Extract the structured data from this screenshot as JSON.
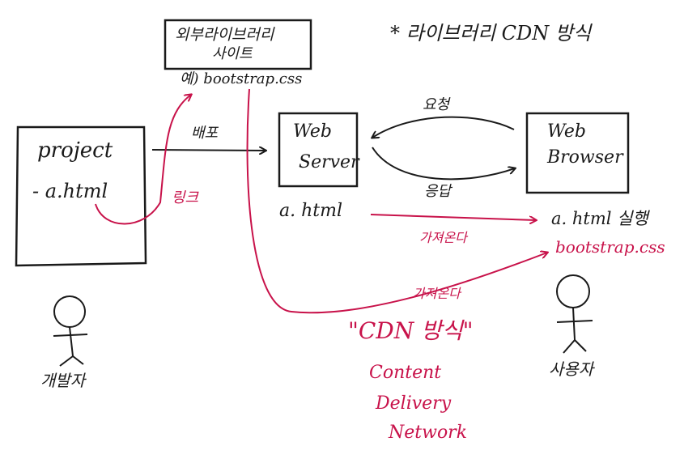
{
  "title": "* 라이브러리 CDN 방식",
  "library_site": {
    "line1": "외부라이브러리",
    "line2": "사이트",
    "example": "예) bootstrap.css"
  },
  "project": {
    "label": "project",
    "file": "- a.html"
  },
  "web_server": {
    "line1": "Web",
    "line2": "Server",
    "file": "a. html"
  },
  "web_browser": {
    "line1": "Web",
    "line2": "Browser"
  },
  "labels": {
    "deploy": "배포",
    "request": "요청",
    "response": "응답",
    "link": "링크",
    "fetch1": "가져온다",
    "fetch2": "가져온다",
    "run": "a. html 실행",
    "bootstrap": "bootstrap.css",
    "cdn": "\"CDN 방식\"",
    "cdn_full": [
      "Content",
      "Delivery",
      "Network"
    ]
  },
  "actors": {
    "developer": "개발자",
    "user": "사용자"
  },
  "colors": {
    "ink": "#1a1a1a",
    "accent": "#c8124a"
  }
}
